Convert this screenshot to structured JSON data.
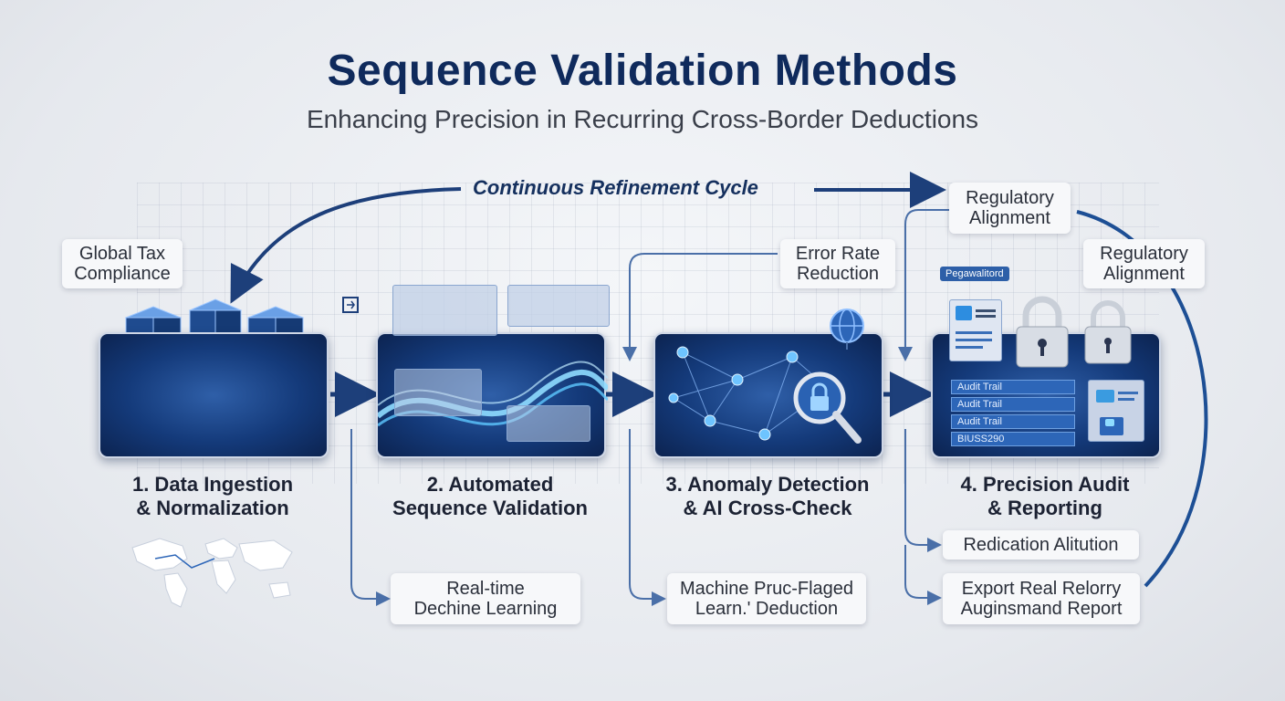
{
  "header": {
    "title": "Sequence Validation Methods",
    "subtitle": "Enhancing Precision in Recurring Cross-Border Deductions"
  },
  "cycle": {
    "label": "Continuous Refinement Cycle"
  },
  "callouts": {
    "global_tax": [
      "Global Tax",
      "Compliance"
    ],
    "error_rate": [
      "Error Rate",
      "Reduction"
    ],
    "regulatory_top": [
      "Regulatory",
      "Alignment"
    ],
    "regulatory_right": [
      "Regulatory",
      "Alignment"
    ],
    "realtime": [
      "Real-time",
      "Dechine Learning"
    ],
    "machine": [
      "Machine Pruc-Flaged",
      "Learn.' Deduction"
    ],
    "redication": [
      "Redication Alitution"
    ],
    "export": [
      "Export Real Relorry",
      "Auginsmand Report"
    ]
  },
  "stages": [
    {
      "line1": "1. Data Ingestion",
      "line2": "& Normalization"
    },
    {
      "line1": "2. Automated",
      "line2": "Sequence Validation"
    },
    {
      "line1": "3. Anomaly Detection",
      "line2": "& AI Cross-Check"
    },
    {
      "line1": "4. Precision Audit",
      "line2": "& Reporting"
    }
  ],
  "audit_panel": {
    "tag": "Pegawalitord",
    "items": [
      "Audit Trail",
      "Audit Trail",
      "Audit Trail",
      "BIUSS290"
    ]
  },
  "colors": {
    "navy": "#0f2a5c",
    "panel_blue": "#143a7a",
    "accent_cyan": "#5ec8ff",
    "arrow": "#1d3f7a"
  }
}
